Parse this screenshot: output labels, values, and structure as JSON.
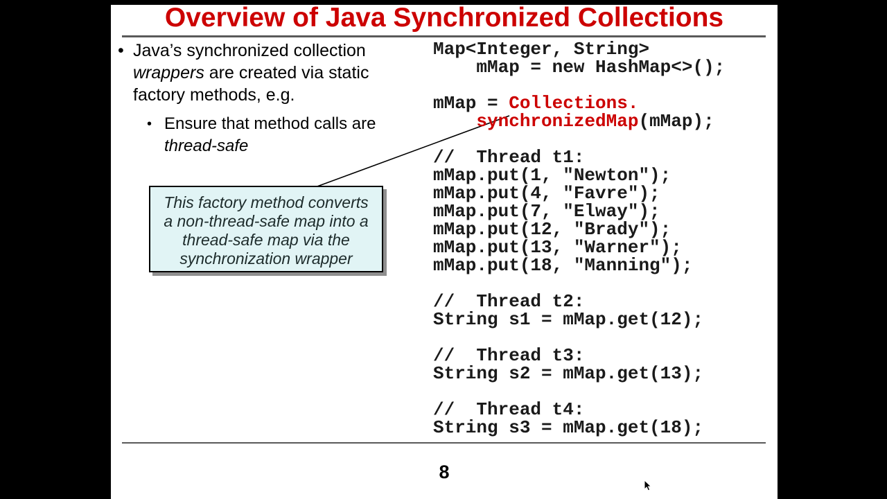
{
  "slide": {
    "title": "Overview of Java Synchronized Collections",
    "page_number": "8"
  },
  "bullets": {
    "marker": "•",
    "main": {
      "part1": "Java’s synchronized collection ",
      "italic": "wrappers",
      "part2": " are created via static factory methods, e.g."
    },
    "sub": {
      "part1": "Ensure that method calls are ",
      "italic": "thread-safe"
    }
  },
  "callout": {
    "lines": [
      "This factory method converts",
      "a non-thread-safe map into a",
      "thread-safe map via the",
      "synchronization wrapper"
    ]
  },
  "code": {
    "lines": [
      [
        {
          "t": "Map<Integer, String>",
          "c": "black"
        }
      ],
      [
        {
          "t": "    mMap = new HashMap<>();",
          "c": "black"
        }
      ],
      [],
      [
        {
          "t": "mMap = ",
          "c": "black"
        },
        {
          "t": "Collections.",
          "c": "red"
        }
      ],
      [
        {
          "t": "    ",
          "c": "black"
        },
        {
          "t": "synchronizedMap",
          "c": "red"
        },
        {
          "t": "(mMap);",
          "c": "black"
        }
      ],
      [],
      [
        {
          "t": "//  Thread t1:",
          "c": "black"
        }
      ],
      [
        {
          "t": "mMap.put(1, \"Newton\");",
          "c": "black"
        }
      ],
      [
        {
          "t": "mMap.put(4, \"Favre\");",
          "c": "black"
        }
      ],
      [
        {
          "t": "mMap.put(7, \"Elway\");",
          "c": "black"
        }
      ],
      [
        {
          "t": "mMap.put(12, \"Brady\");",
          "c": "black"
        }
      ],
      [
        {
          "t": "mMap.put(13, \"Warner\");",
          "c": "black"
        }
      ],
      [
        {
          "t": "mMap.put(18, \"Manning\");",
          "c": "black"
        }
      ],
      [],
      [
        {
          "t": "//  Thread t2:",
          "c": "black"
        }
      ],
      [
        {
          "t": "String s1 = mMap.get(12);",
          "c": "black"
        }
      ],
      [],
      [
        {
          "t": "//  Thread t3:",
          "c": "black"
        }
      ],
      [
        {
          "t": "String s2 = mMap.get(13);",
          "c": "black"
        }
      ],
      [],
      [
        {
          "t": "//  Thread t4:",
          "c": "black"
        }
      ],
      [
        {
          "t": "String s3 = mMap.get(18);",
          "c": "black"
        }
      ]
    ]
  },
  "colors": {
    "accent_red": "#cc0000",
    "callout_bg": "#e1f4f5",
    "rule_gray": "#595959"
  }
}
